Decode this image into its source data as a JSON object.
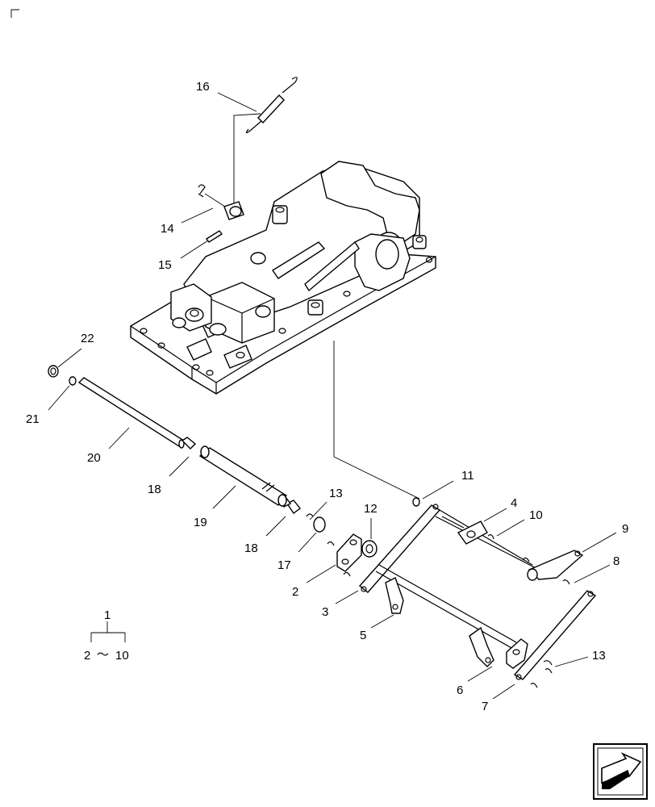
{
  "diagram": {
    "callouts": [
      {
        "id": "c16",
        "label": "16"
      },
      {
        "id": "c14",
        "label": "14"
      },
      {
        "id": "c15",
        "label": "15"
      },
      {
        "id": "c22",
        "label": "22"
      },
      {
        "id": "c21",
        "label": "21"
      },
      {
        "id": "c20",
        "label": "20"
      },
      {
        "id": "c18a",
        "label": "18"
      },
      {
        "id": "c19",
        "label": "19"
      },
      {
        "id": "c13a",
        "label": "13"
      },
      {
        "id": "c18b",
        "label": "18"
      },
      {
        "id": "c17",
        "label": "17"
      },
      {
        "id": "c12",
        "label": "12"
      },
      {
        "id": "c11",
        "label": "11"
      },
      {
        "id": "c4",
        "label": "4"
      },
      {
        "id": "c10",
        "label": "10"
      },
      {
        "id": "c9",
        "label": "9"
      },
      {
        "id": "c8",
        "label": "8"
      },
      {
        "id": "c2",
        "label": "2"
      },
      {
        "id": "c3",
        "label": "3"
      },
      {
        "id": "c5",
        "label": "5"
      },
      {
        "id": "c13b",
        "label": "13"
      },
      {
        "id": "c6",
        "label": "6"
      },
      {
        "id": "c7",
        "label": "7"
      }
    ],
    "legend": {
      "assembly_number": "1",
      "range_start": "2",
      "range_separator": "～",
      "range_end": "10"
    },
    "nav_icon": "next-page-arrow-icon"
  }
}
